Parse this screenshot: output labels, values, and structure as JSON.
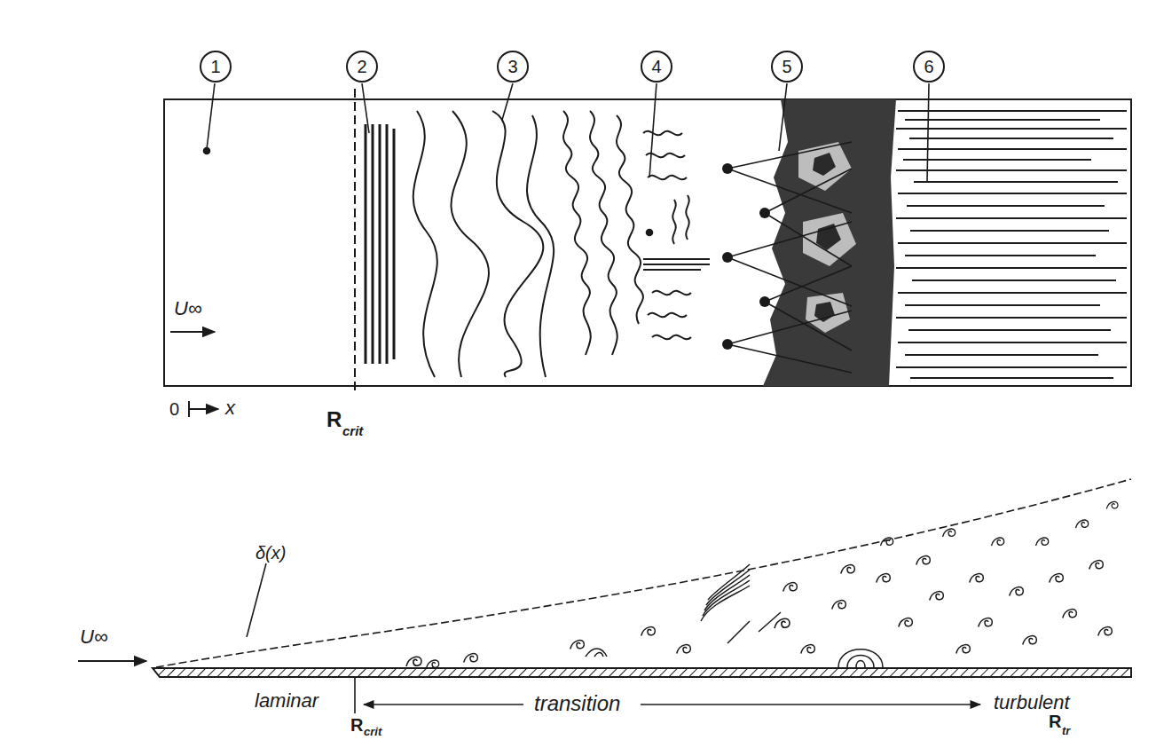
{
  "diagram": {
    "nodes": [
      {
        "text": [
          "1"
        ]
      },
      {
        "text": [
          "2"
        ]
      },
      {
        "text": [
          "3"
        ]
      },
      {
        "text": [
          "4"
        ]
      },
      {
        "text": [
          "5"
        ]
      },
      {
        "text": [
          "6"
        ]
      }
    ],
    "labels": [
      "U∞",
      "0",
      "x",
      "R",
      "crit",
      "δ(x)",
      "U∞",
      "laminar",
      "R",
      "crit",
      "transition",
      "turbulent",
      "R",
      "tr"
    ]
  }
}
